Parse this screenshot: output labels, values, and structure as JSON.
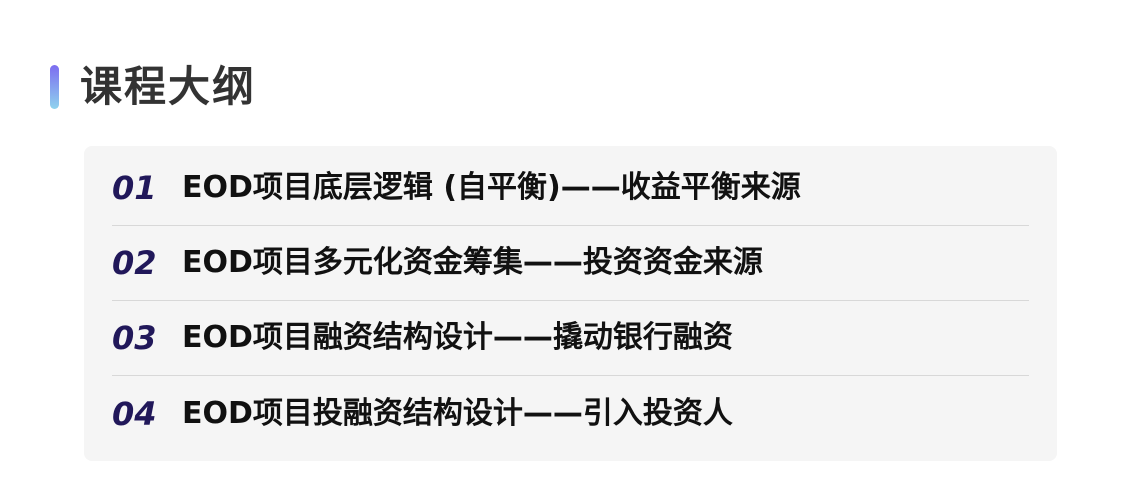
{
  "header": {
    "title": "课程大纲",
    "accent_gradient": [
      "#7c6cf0",
      "#8fd3ee"
    ]
  },
  "outline": {
    "items": [
      {
        "number": "01",
        "text": "EOD项目底层逻辑 (自平衡)——收益平衡来源"
      },
      {
        "number": "02",
        "text": "EOD项目多元化资金筹集——投资资金来源"
      },
      {
        "number": "03",
        "text": "EOD项目融资结构设计——撬动银行融资"
      },
      {
        "number": "04",
        "text": "EOD项目投融资结构设计——引入投资人"
      }
    ]
  },
  "colors": {
    "title": "#333333",
    "number": "#21185a",
    "text": "#111111",
    "card_bg": "#f5f5f5",
    "divider": "#d8d8d8"
  }
}
